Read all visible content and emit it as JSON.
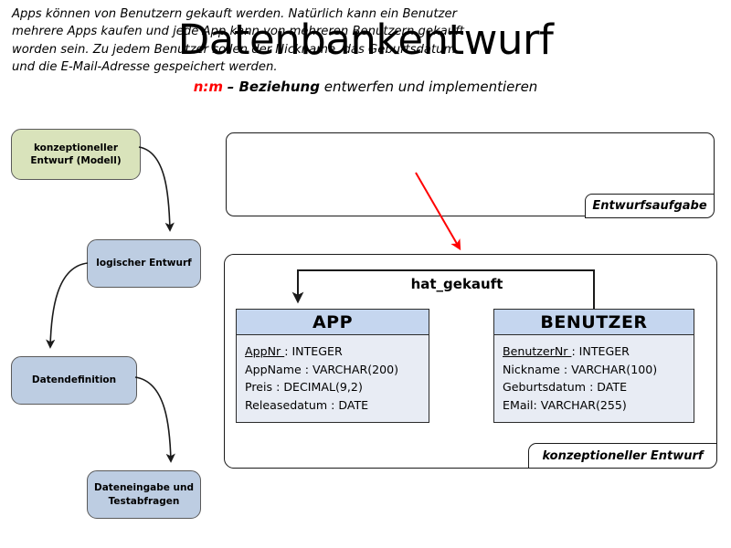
{
  "slide": {
    "title": "Datenbankentwurf",
    "subtitle": {
      "highlight": "n:m",
      "bold_part": "– Beziehung",
      "rest": "entwerfen und implementieren"
    }
  },
  "flowchart": {
    "steps": [
      {
        "label_line1": "konzeptioneller",
        "label_line2": "Entwurf (Modell)",
        "color": "#d9e3bb"
      },
      {
        "label_line1": "logischer Entwurf",
        "label_line2": "",
        "color": "#bdcde2"
      },
      {
        "label_line1": "Datendefinition",
        "label_line2": "",
        "color": "#bdcde2"
      },
      {
        "label_line1": "Dateneingabe und",
        "label_line2": "Testabfragen",
        "color": "#bdcde2"
      }
    ]
  },
  "task_panel": {
    "text": "Apps können von Benutzern gekauft werden. Natürlich kann ein Benutzer mehrere Apps kaufen und jede App kann von mehreren Benutzern gekauft worden sein. Zu jedem Benutzer sollen der Nickname, das Geburtsdatum und die E-Mail-Adresse gespeichert werden.",
    "badge": "Entwurfsaufgabe"
  },
  "model_panel": {
    "badge": "konzeptioneller Entwurf",
    "relation_label": "hat_gekauft",
    "entities": [
      {
        "name": "APP",
        "attributes": [
          {
            "name": "AppNr ",
            "type": ": INTEGER",
            "primary_key": true
          },
          {
            "name": "AppName ",
            "type": ": VARCHAR(200)",
            "primary_key": false
          },
          {
            "name": "Preis ",
            "type": ": DECIMAL(9,2)",
            "primary_key": false
          },
          {
            "name": "Releasedatum ",
            "type": ": DATE",
            "primary_key": false
          }
        ]
      },
      {
        "name": "BENUTZER",
        "attributes": [
          {
            "name": "BenutzerNr ",
            "type": ": INTEGER",
            "primary_key": true
          },
          {
            "name": "Nickname ",
            "type": ": VARCHAR(100)",
            "primary_key": false
          },
          {
            "name": "Geburtsdatum ",
            "type": ": DATE",
            "primary_key": false
          },
          {
            "name": "EMail",
            "type": ": VARCHAR(255)",
            "primary_key": false
          }
        ]
      }
    ]
  },
  "colors": {
    "accent_red": "#ff0000",
    "entity_header": "#c5d6ef",
    "entity_body": "#e8ecf4",
    "flow_green": "#d9e3bb",
    "flow_blue": "#bdcde2"
  }
}
